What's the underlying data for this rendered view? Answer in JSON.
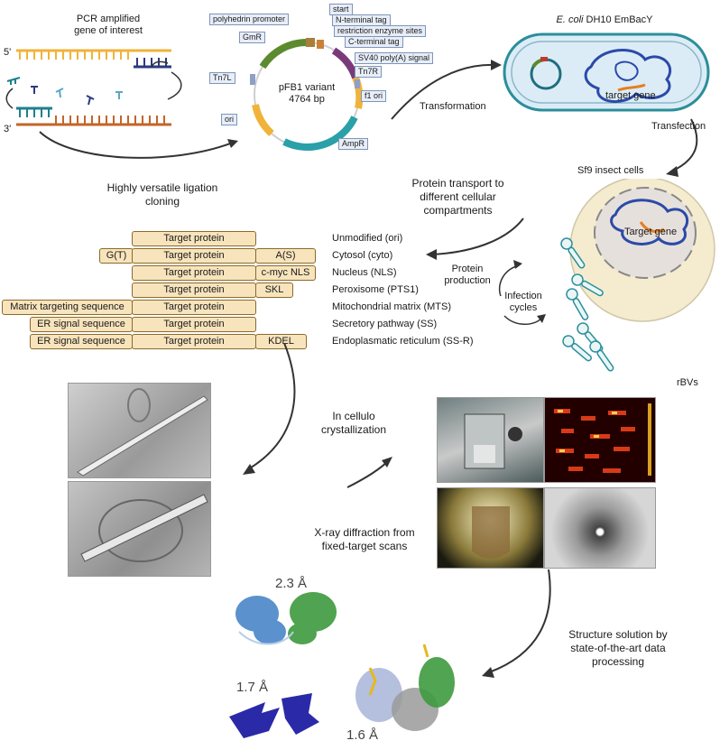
{
  "pcr": {
    "title_line1": "PCR amplified",
    "title_line2": "gene of interest",
    "end5": "5'",
    "end3": "3'"
  },
  "plasmid": {
    "name": "pFB1 variant",
    "size": "4764 bp",
    "labels": [
      "polyhedrin promoter",
      "start",
      "N-terminal tag",
      "restriction enzyme sites",
      "C-terminal tag",
      "SV40 poly(A) signal",
      "Tn7R",
      "f1 ori",
      "AmpR",
      "ori",
      "Tn7L",
      "GmR"
    ]
  },
  "ecoli": {
    "italic": "E. coli",
    "rest": " DH10 EmBacY",
    "gene": "target gene"
  },
  "arrows": {
    "transformation": "Transformation",
    "transfection": "Transfection",
    "ligation_line1": "Highly versatile ligation",
    "ligation_line2": "cloning"
  },
  "sf9": {
    "title": "Sf9 insect cells",
    "gene": "Target gene",
    "infection_line1": "Infection",
    "infection_line2": "cycles",
    "rbvs": "rBVs"
  },
  "transport": {
    "line1": "Protein transport to",
    "line2": "different cellular",
    "line3": "compartments",
    "prod1": "Protein",
    "prod2": "production"
  },
  "constructs": [
    {
      "left": "",
      "target": "Target protein",
      "right": "",
      "desc": "Unmodified (ori)"
    },
    {
      "left": "G(T)",
      "target": "Target protein",
      "right": "A(S)",
      "desc": "Cytosol (cyto)"
    },
    {
      "left": "",
      "target": "Target protein",
      "right": "c-myc NLS",
      "desc": "Nucleus (NLS)"
    },
    {
      "left": "",
      "target": "Target protein",
      "right": "SKL",
      "desc": "Peroxisome (PTS1)"
    },
    {
      "left": "Matrix targeting sequence",
      "target": "Target protein",
      "right": "",
      "desc": "Mitochondrial matrix (MTS)"
    },
    {
      "left": "ER signal sequence",
      "target": "Target protein",
      "right": "",
      "desc": "Secretory pathway (SS)"
    },
    {
      "left": "ER signal sequence",
      "target": "Target protein",
      "right": "KDEL",
      "desc": "Endoplasmatic reticulum (SS-R)"
    }
  ],
  "crystal": {
    "line1": "In cellulo",
    "line2": "crystallization"
  },
  "xray": {
    "line1": "X-ray diffraction from",
    "line2": "fixed-target scans"
  },
  "structure": {
    "line1": "Structure solution by",
    "line2": "state-of-the-art data",
    "line3": "processing",
    "res1": "2.3 Å",
    "res2": "1.7 Å",
    "res3": "1.6 Å"
  },
  "colors": {
    "gold": "#e8a53a",
    "navy": "#2b3a7e",
    "teal": "#2a8f9a",
    "green": "#6a9a3a",
    "box": "#f8e4bc",
    "cell": "#f5eccf"
  }
}
